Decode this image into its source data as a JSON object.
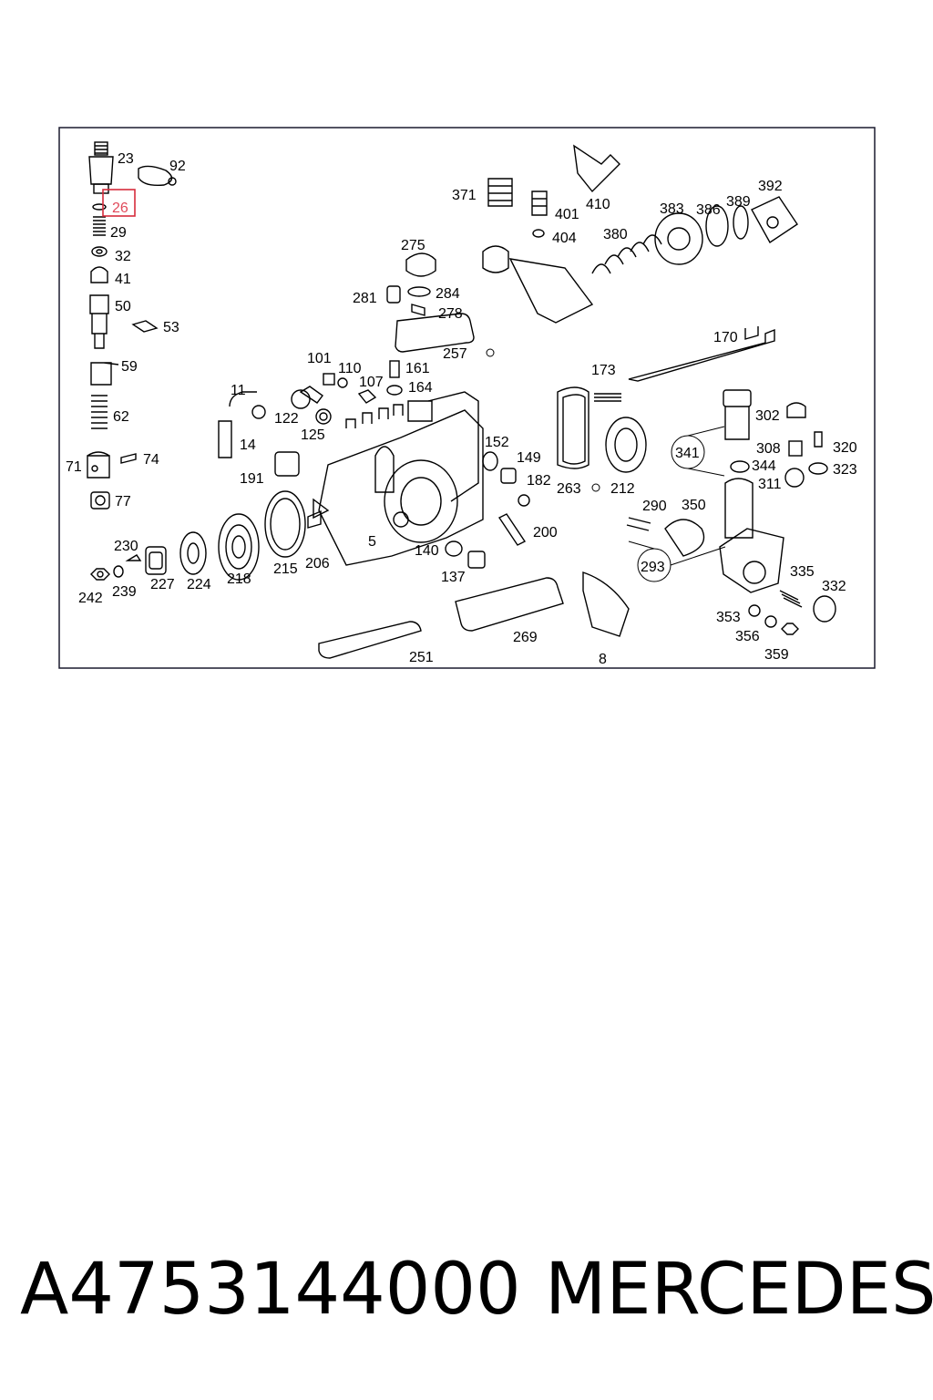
{
  "diagram": {
    "highlight_color": "#d62c3c",
    "highlighted_callout": "26",
    "callouts": [
      "23",
      "92",
      "26",
      "29",
      "32",
      "41",
      "50",
      "53",
      "59",
      "62",
      "71",
      "74",
      "77",
      "371",
      "401",
      "410",
      "404",
      "380",
      "383",
      "386",
      "389",
      "392",
      "275",
      "281",
      "284",
      "278",
      "257",
      "170",
      "101",
      "110",
      "107",
      "161",
      "164",
      "11",
      "122",
      "125",
      "14",
      "191",
      "173",
      "152",
      "149",
      "182",
      "263",
      "212",
      "302",
      "341",
      "308",
      "344",
      "320",
      "323",
      "311",
      "290",
      "350",
      "293",
      "200",
      "140",
      "137",
      "230",
      "242",
      "239",
      "227",
      "224",
      "218",
      "215",
      "206",
      "5",
      "335",
      "332",
      "353",
      "356",
      "359",
      "269",
      "251",
      "8"
    ]
  },
  "footer": {
    "part_number": "A4753144000",
    "brand": "MERCEDES"
  }
}
